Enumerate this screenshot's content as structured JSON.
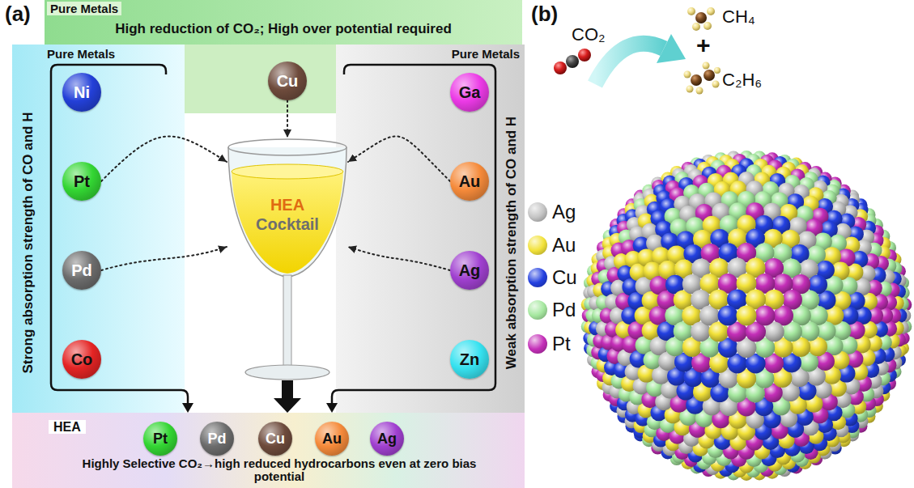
{
  "diagram": {
    "nodes": [
      {
        "text": [
          "Pure Metals",
          "High reduction of CO₂; High over potential required"
        ]
      },
      {
        "text": [
          "Cu"
        ],
        "in": 0
      },
      {
        "text": [
          "Pure Metals",
          "Strong absorption strength of CO and H"
        ]
      },
      {
        "text": [
          "Ni"
        ],
        "in": 2
      },
      {
        "text": [
          "Pt"
        ],
        "in": 2
      },
      {
        "text": [
          "Pd"
        ],
        "in": 2
      },
      {
        "text": [
          "Co"
        ],
        "in": 2
      },
      {
        "text": [
          "Pure Metals",
          "Weak absorption strength of CO and H"
        ]
      },
      {
        "text": [
          "Ga"
        ],
        "in": 7
      },
      {
        "text": [
          "Au"
        ],
        "in": 7
      },
      {
        "text": [
          "Ag"
        ],
        "in": 7
      },
      {
        "text": [
          "Zn"
        ],
        "in": 7
      },
      {
        "text": [
          "HEA",
          "Cocktail"
        ]
      },
      {
        "text": [
          "HEA",
          "Highly Selective CO₂→high reduced hydrocarbons even at zero bias potential"
        ]
      },
      {
        "text": [
          "Pt"
        ],
        "in": 13
      },
      {
        "text": [
          "Pd"
        ],
        "in": 13
      },
      {
        "text": [
          "Cu"
        ],
        "in": 13
      },
      {
        "text": [
          "Au"
        ],
        "in": 13
      },
      {
        "text": [
          "Ag"
        ],
        "in": 13
      }
    ],
    "edges": [
      {
        "from": 4,
        "to": 12,
        "arrow": "to"
      },
      {
        "from": 1,
        "to": 12,
        "arrow": "to"
      },
      {
        "from": 9,
        "to": 12,
        "arrow": "to"
      },
      {
        "from": 5,
        "to": 12,
        "arrow": "to"
      },
      {
        "from": 10,
        "to": 12,
        "arrow": "to"
      },
      {
        "from": 12,
        "to": 13,
        "arrow": "to"
      }
    ],
    "labels": [
      "(a)",
      "(b)",
      "CO₂",
      "CH₄",
      "+",
      "C₂H₆"
    ],
    "legend": [
      {
        "text": "Ag",
        "color": "#c4c4c4"
      },
      {
        "text": "Au",
        "color": "#f2e23a"
      },
      {
        "text": "Cu",
        "color": "#2340e0"
      },
      {
        "text": "Pd",
        "color": "#a6e8a0"
      },
      {
        "text": "Pt",
        "color": "#c42fb8"
      }
    ]
  }
}
